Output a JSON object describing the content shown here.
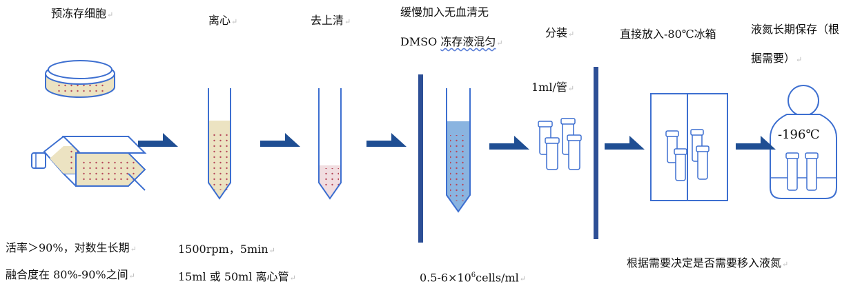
{
  "colors": {
    "outline": "#3d6fd0",
    "arrow": "#1f4e93",
    "medium": "#ece3c2",
    "dots": "#b5485a",
    "blue_medium": "#8ab4e0",
    "divider": "#2d4f96"
  },
  "steps": {
    "pre_freeze_cells": "预冻存细胞",
    "centrifuge": "离心",
    "remove_supernatant": "去上清",
    "add_medium_line1": "缓慢加入无血清无",
    "add_medium_line2_a": "DMSO ",
    "add_medium_line2_b": "冻存液混匀",
    "aliquot": "分装",
    "freezer": "直接放入-80℃冰箱",
    "ln2_line1": "液氮长期保存（根",
    "ln2_line2": "据需要）"
  },
  "annotations": {
    "aliquot_volume": "1ml/管",
    "ln2_temp": "-196℃",
    "viability": "活率＞90%，对数生长期",
    "confluence": "融合度在 80%-90%之间",
    "speed_time": "1500rpm，5min",
    "tube_size": "15ml 或 50ml 离心管",
    "density_base": "0.5-6×10",
    "density_exp": "6",
    "density_unit": "cells/ml",
    "transfer_note": "根据需要决定是否需要移入液氮"
  },
  "return_mark": "↵"
}
